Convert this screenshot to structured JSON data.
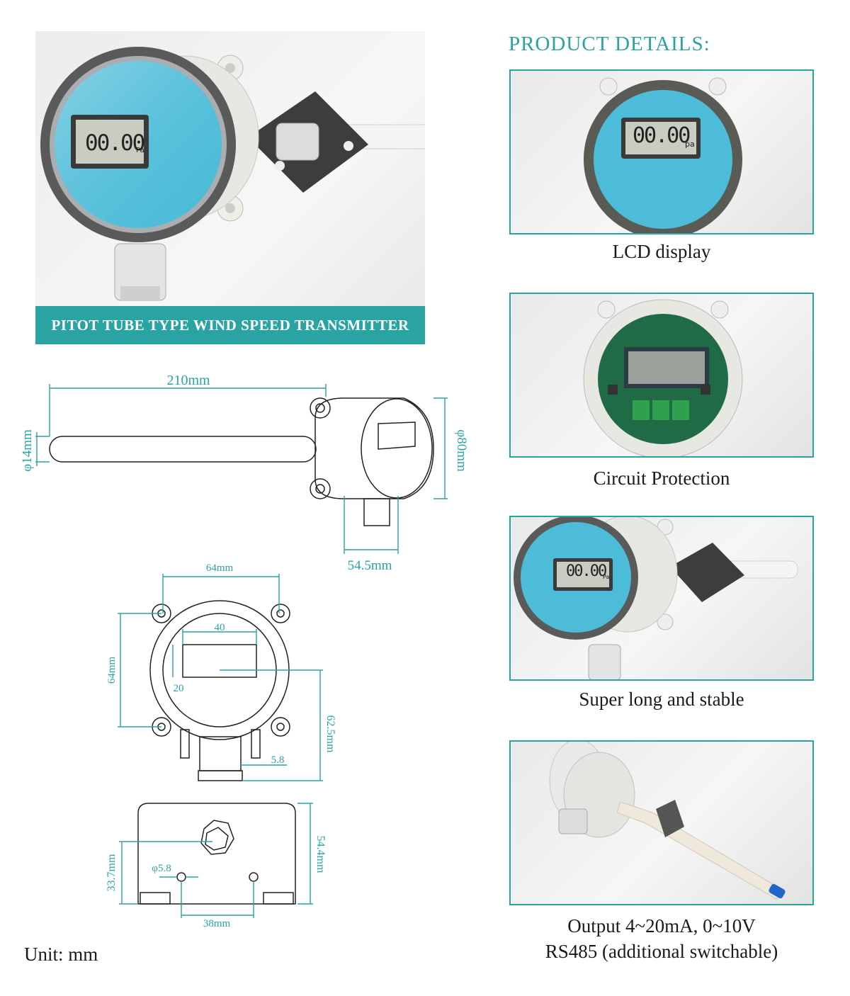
{
  "hero": {
    "banner": "PITOT TUBE TYPE WIND SPEED TRANSMITTER",
    "lcd_reading": "00.00",
    "lcd_unit": "Pa"
  },
  "details": {
    "title": "PRODUCT DETAILS:",
    "cards": [
      {
        "caption": "LCD display",
        "lcd_reading": "00.00",
        "lcd_unit": "pa"
      },
      {
        "caption": "Circuit Protection"
      },
      {
        "caption": "Super long and stable",
        "lcd_reading": "00.00",
        "lcd_unit": "Pa"
      },
      {
        "caption_line1": "Output 4~20mA, 0~10V",
        "caption_line2": "RS485 (additional switchable)"
      }
    ]
  },
  "drawing": {
    "side": {
      "length": "210mm",
      "tube_dia": "φ14mm",
      "body_dia": "φ80mm",
      "base_width": "54.5mm"
    },
    "front": {
      "hole_span_h": "64mm",
      "hole_span_v": "64mm",
      "window_w": "40",
      "window_h": "20",
      "height": "62.5mm",
      "offset": "5.8"
    },
    "bottom": {
      "height": "54.4mm",
      "hole_h": "33.7mm",
      "hole_dia": "φ5.8",
      "hole_span": "38mm"
    },
    "unit": "Unit: mm"
  },
  "colors": {
    "accent": "#2aa3a3",
    "lcd_blue": "#4cbcd8"
  }
}
